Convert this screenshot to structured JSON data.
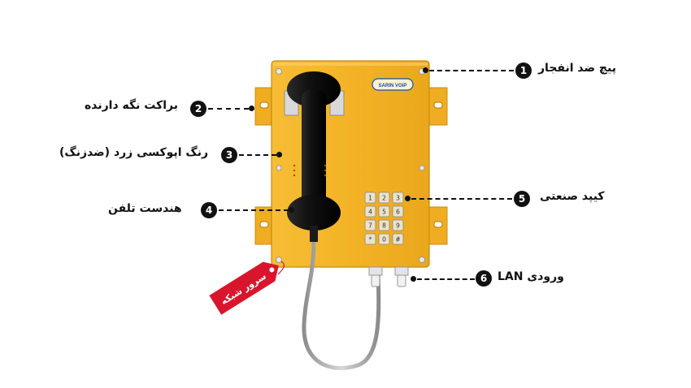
{
  "brand": {
    "logo_text": "SARIN VOIP"
  },
  "callouts": [
    {
      "number": "1",
      "label": "پیچ ضد انفجار"
    },
    {
      "number": "2",
      "label": "براکت نگه دارنده"
    },
    {
      "number": "3",
      "label": "رنگ اپوکسی زرد (ضدزنگ)"
    },
    {
      "number": "4",
      "label": "هندست تلفن"
    },
    {
      "number": "5",
      "label": "کیپد صنعتی"
    },
    {
      "number": "6",
      "label": "ورودی LAN"
    }
  ],
  "keypad": {
    "keys": [
      "1",
      "2",
      "3",
      "4",
      "5",
      "6",
      "7",
      "8",
      "9",
      "*",
      "0",
      "#"
    ]
  },
  "tag": {
    "text": "سرور شبکه"
  },
  "colors": {
    "body_yellow": "#f4b326",
    "body_shadow": "#d99a12",
    "handset": "#151515",
    "key_face": "#e9e2cc",
    "tag_red": "#d8152c",
    "badge": "#111111"
  }
}
